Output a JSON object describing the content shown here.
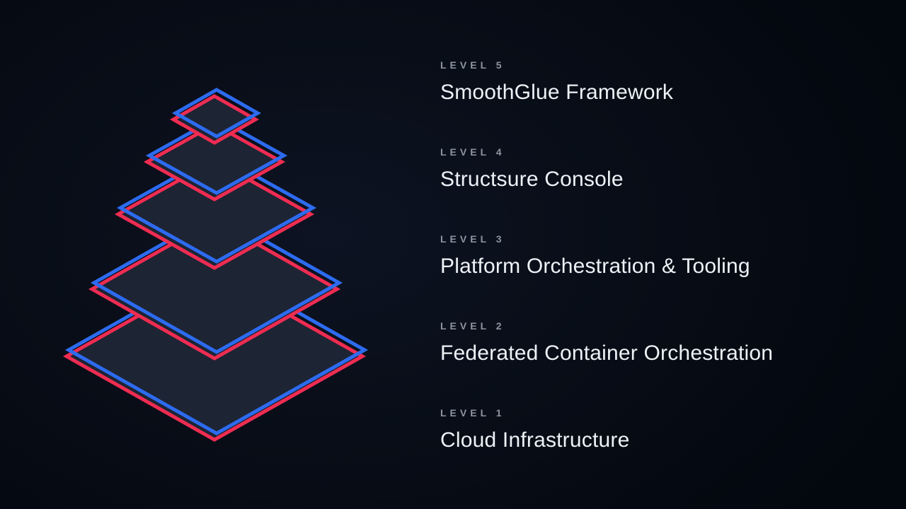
{
  "slide": {
    "background_color": "#070c16",
    "type": "stacked-pyramid-diagram"
  },
  "colors": {
    "blue_outline": "#2d6bf0",
    "red_outline": "#ee2c52",
    "diamond_fill": "#1d2433",
    "label_text": "#8d95a3",
    "title_text": "#eef1f6"
  },
  "levels": [
    {
      "label": "LEVEL 5",
      "title": "SmoothGlue Framework"
    },
    {
      "label": "LEVEL 4",
      "title": "Structsure Console"
    },
    {
      "label": "LEVEL 3",
      "title": "Platform Orchestration & Tooling"
    },
    {
      "label": "LEVEL 2",
      "title": "Federated Container Orchestration"
    },
    {
      "label": "LEVEL 1",
      "title": "Cloud Infrastructure"
    }
  ],
  "pyramid": {
    "layer_count": 5,
    "order_bottom_to_top": [
      "LEVEL 1",
      "LEVEL 2",
      "LEVEL 3",
      "LEVEL 4",
      "LEVEL 5"
    ]
  }
}
